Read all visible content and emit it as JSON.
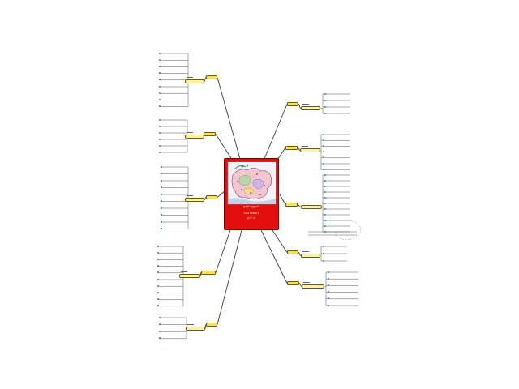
{
  "center": {
    "title": "ប្រវត្តិសាស្ត្រអាស៊ី",
    "subtitle": "Asia History",
    "caption": "ថ្នាក់ទី ១២"
  },
  "colors": {
    "center_fill": "#e30e0e",
    "branch_fill": "#fbe34a",
    "sub_fill": "#fff0a6",
    "bullet": "#2d7bd3",
    "edge": "#3a3a3a"
  },
  "branches": [
    {
      "side": "left",
      "label": "",
      "sub": "",
      "count": 9
    },
    {
      "side": "left",
      "label": "",
      "sub": "",
      "count": 6
    },
    {
      "side": "left",
      "label": "",
      "sub": "",
      "count": 10
    },
    {
      "side": "left",
      "label": "",
      "sub": "",
      "count": 10
    },
    {
      "side": "left",
      "label": "",
      "sub": "",
      "count": 4
    },
    {
      "side": "right",
      "label": "",
      "sub": "",
      "count": 4
    },
    {
      "side": "right",
      "label": "",
      "sub": "",
      "count": 7
    },
    {
      "side": "right",
      "label": "",
      "sub": "",
      "count": 11
    },
    {
      "side": "right",
      "label": "",
      "sub": "",
      "count": 3
    },
    {
      "side": "right",
      "label": "",
      "sub": "",
      "count": 6
    }
  ]
}
